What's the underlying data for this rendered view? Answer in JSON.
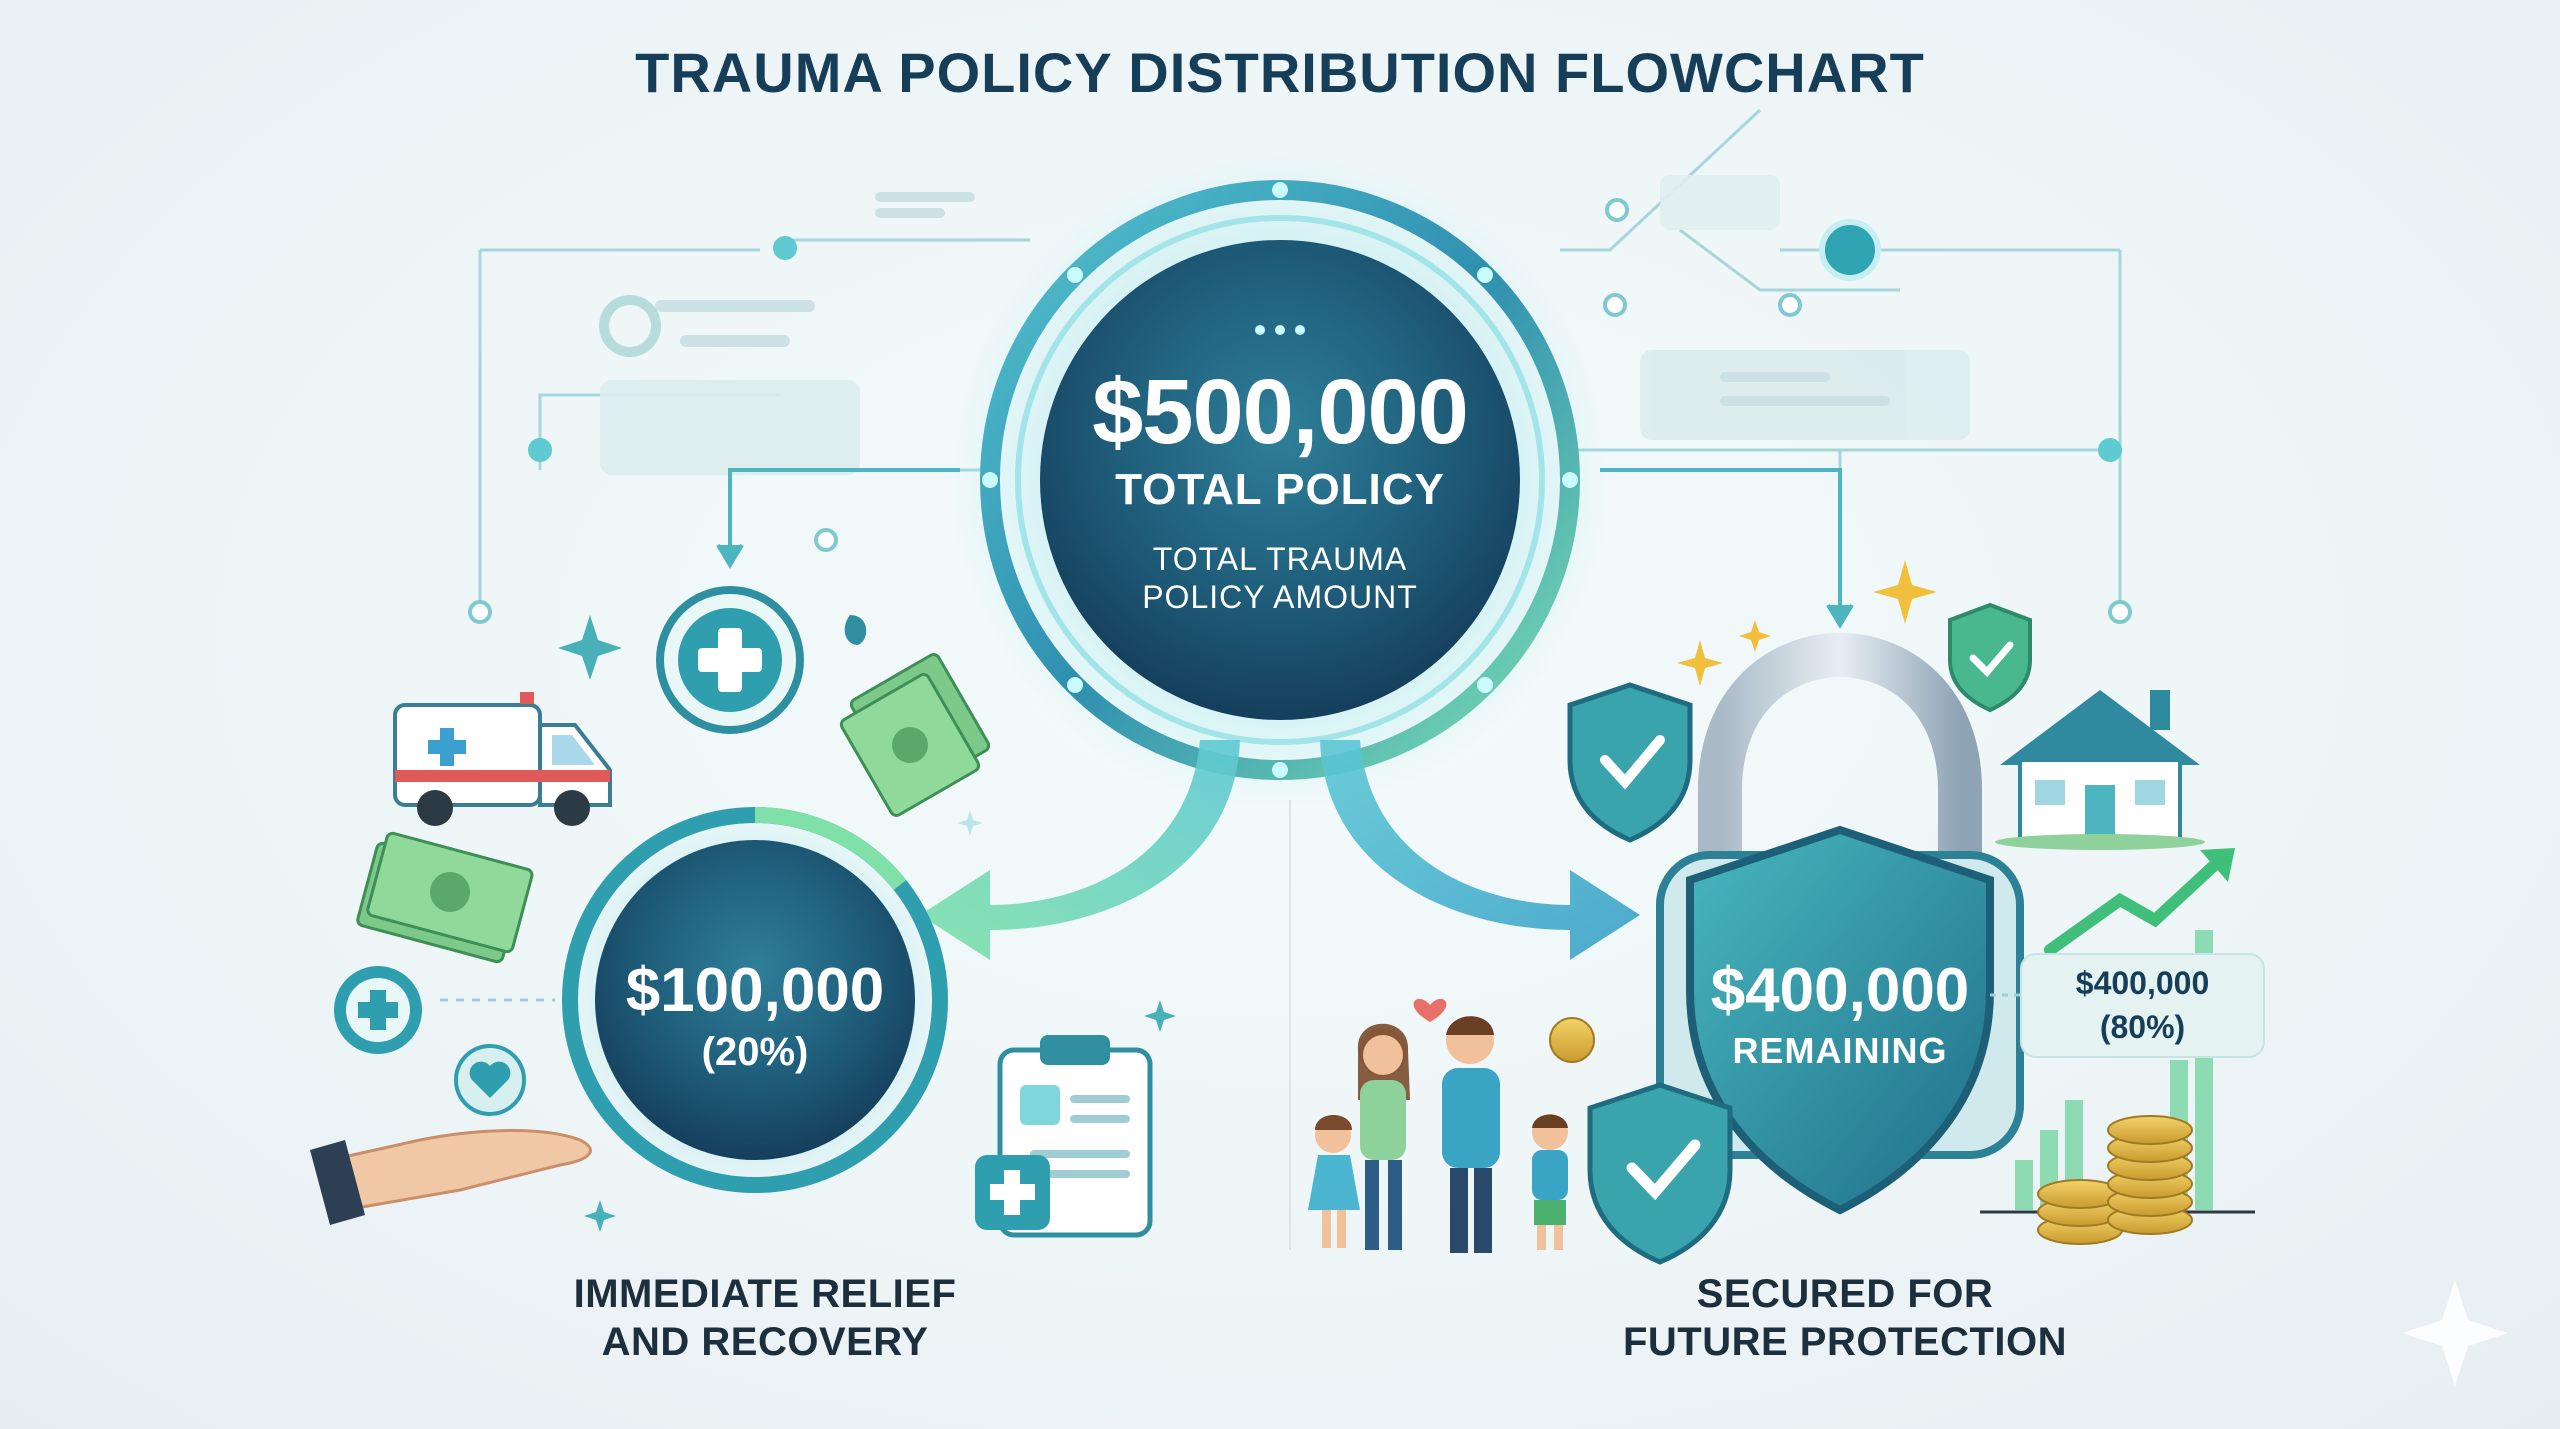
{
  "title": "TRAUMA POLICY DISTRIBUTION FLOWCHART",
  "center": {
    "amount": "$500,000",
    "label": "TOTAL POLICY",
    "description_line1": "TOTAL TRAUMA",
    "description_line2": "POLICY AMOUNT"
  },
  "left": {
    "amount": "$100,000",
    "percent": "(20%)",
    "caption_line1": "IMMEDIATE RELIEF",
    "caption_line2": "AND RECOVERY"
  },
  "right": {
    "amount": "$400,000",
    "label": "REMAINING",
    "tag_amount": "$400,000",
    "tag_percent": "(80%)",
    "caption_line1": "SECURED FOR",
    "caption_line2": "FUTURE PROTECTION"
  },
  "colors": {
    "navy": "#173e58",
    "teal": "#2a9fa8",
    "green": "#6fd39a",
    "aqua": "#7fd6db"
  },
  "icons": [
    "ambulance-icon",
    "medical-cross-icon",
    "money-icon",
    "heart-icon",
    "helping-hand-icon",
    "clipboard-icon",
    "padlock-icon",
    "shield-check-icon",
    "house-icon",
    "growth-arrow-icon",
    "coin-stack-icon",
    "family-icon",
    "sparkle-icon"
  ]
}
